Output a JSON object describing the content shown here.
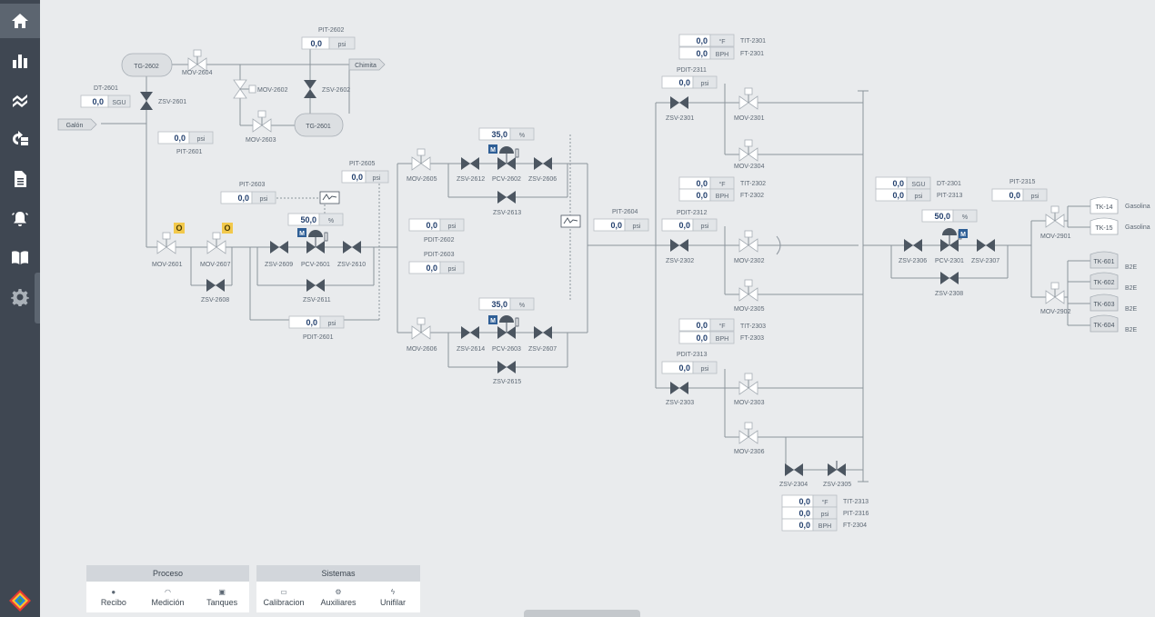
{
  "sidebar": {
    "items": [
      {
        "icon": "home-icon"
      },
      {
        "icon": "bar-chart-icon"
      },
      {
        "icon": "trend-icon"
      },
      {
        "icon": "swap-icon"
      },
      {
        "icon": "document-icon"
      },
      {
        "icon": "alarm-icon"
      },
      {
        "icon": "book-icon"
      },
      {
        "icon": "gear-icon"
      }
    ]
  },
  "bottom_nav": {
    "groups": [
      {
        "title": "Proceso",
        "buttons": [
          {
            "label": "Recibo",
            "icon": "drop-icon"
          },
          {
            "label": "Medición",
            "icon": "gauge-icon"
          },
          {
            "label": "Tanques",
            "icon": "tank-icon"
          }
        ]
      },
      {
        "title": "Sistemas",
        "buttons": [
          {
            "label": "Calibracion",
            "icon": "calibration-icon"
          },
          {
            "label": "Auxiliares",
            "icon": "auxiliary-icon"
          },
          {
            "label": "Unifilar",
            "icon": "bolt-icon"
          }
        ]
      }
    ]
  },
  "colors": {
    "accent": "#2f5f96",
    "value": "#23406e",
    "warning": "#f2c94c",
    "sidebar": "#3f4752"
  },
  "diagram": {
    "labels": {
      "dt2601": "DT-2601",
      "pit2602": "PIT-2602",
      "mov2604": "MOV-2604",
      "chimita": "Chimita",
      "zsv2601": "ZSV-2601",
      "mov2602": "MOV-2602",
      "zsv2602": "ZSV-2602",
      "galon": "Galón",
      "mov2603": "MOV-2603",
      "pit2601": "PIT-2601",
      "pit2605": "PIT-2605",
      "pit2603": "PIT-2603",
      "mov2601": "MOV-2601",
      "mov2607": "MOV-2607",
      "zsv2609": "ZSV-2609",
      "pcv2601": "PCV-2601",
      "zsv2610": "ZSV-2610",
      "zsv2608": "ZSV-2608",
      "zsv2611": "ZSV-2611",
      "pdit2601": "PDIT-2601",
      "mov2605": "MOV-2605",
      "zsv2612": "ZSV-2612",
      "pcv2602": "PCV-2602",
      "zsv2606": "ZSV-2606",
      "zsv2613": "ZSV-2613",
      "pdit2602": "PDIT-2602",
      "pdit2603": "PDIT-2603",
      "pit2604": "PIT-2604",
      "mov2606": "MOV-2606",
      "zsv2614": "ZSV-2614",
      "pcv2603": "PCV-2603",
      "zsv2607": "ZSV-2607",
      "zsv2615": "ZSV-2615",
      "tit2301": "TIT-2301",
      "ft2301": "FT-2301",
      "pdit2311": "PDIT-2311",
      "zsv2301": "ZSV-2301",
      "mov2301": "MOV-2301",
      "mov2304": "MOV-2304",
      "tit2302": "TIT-2302",
      "ft2302": "FT-2302",
      "pdit2312": "PDIT-2312",
      "zsv2302": "ZSV-2302",
      "mov2302": "MOV-2302",
      "mov2305": "MOV-2305",
      "tit2303": "TIT-2303",
      "ft2303": "FT-2303",
      "pdit2313": "PDIT-2313",
      "zsv2303": "ZSV-2303",
      "mov2303": "MOV-2303",
      "mov2306": "MOV-2306",
      "zsv2304": "ZSV-2304",
      "zsv2305": "ZSV-2305",
      "tit2313": "TIT-2313",
      "pit2316": "PIT-2316",
      "ft2304": "FT-2304",
      "dt2301": "DT-2301",
      "pit2313": "PIT-2313",
      "pit2315": "PIT-2315",
      "zsv2306": "ZSV-2306",
      "pcv2301": "PCV-2301",
      "zsv2307": "ZSV-2307",
      "zsv2308": "ZSV-2308",
      "mov2901": "MOV-2901",
      "mov2902": "MOV-2902",
      "gasolina1": "Gasolina",
      "gasolina2": "Gasolina",
      "b2e1": "B2E",
      "b2e2": "B2E",
      "b2e3": "B2E",
      "b2e4": "B2E",
      "o1": "O",
      "o2": "O",
      "m1": "M",
      "m2": "M",
      "m3": "M",
      "m4": "M"
    },
    "tanks": {
      "tg2602": "TG-2602",
      "tg2601": "TG-2601",
      "tk14": "TK-14",
      "tk15": "TK-15",
      "tk601": "TK-601",
      "tk602": "TK-602",
      "tk603": "TK-603",
      "tk604": "TK-604"
    },
    "fields": {
      "pit2602": {
        "value": "0,0",
        "unit": "psi"
      },
      "dt2601": {
        "value": "0,0",
        "unit": "SGU"
      },
      "pit2601": {
        "value": "0,0",
        "unit": "psi"
      },
      "pit2605": {
        "value": "0,0",
        "unit": "psi"
      },
      "pit2603": {
        "value": "0,0",
        "unit": "psi"
      },
      "pcv2601": {
        "value": "50,0",
        "unit": "%"
      },
      "pdit2601": {
        "value": "0,0",
        "unit": "psi"
      },
      "pcv2602": {
        "value": "35,0",
        "unit": "%"
      },
      "pdit2602": {
        "value": "0,0",
        "unit": "psi"
      },
      "pdit2603": {
        "value": "0,0",
        "unit": "psi"
      },
      "pit2604": {
        "value": "0,0",
        "unit": "psi"
      },
      "pcv2603": {
        "value": "35,0",
        "unit": "%"
      },
      "tit2301": {
        "value": "0,0",
        "unit": "°F"
      },
      "ft2301": {
        "value": "0,0",
        "unit": "BPH"
      },
      "pdit2311": {
        "value": "0,0",
        "unit": "psi"
      },
      "tit2302": {
        "value": "0,0",
        "unit": "°F"
      },
      "ft2302": {
        "value": "0,0",
        "unit": "BPH"
      },
      "pdit2312": {
        "value": "0,0",
        "unit": "psi"
      },
      "tit2303": {
        "value": "0,0",
        "unit": "°F"
      },
      "ft2303": {
        "value": "0,0",
        "unit": "BPH"
      },
      "pdit2313": {
        "value": "0,0",
        "unit": "psi"
      },
      "tit2313": {
        "value": "0,0",
        "unit": "°F"
      },
      "pit2316": {
        "value": "0,0",
        "unit": "psi"
      },
      "ft2304": {
        "value": "0,0",
        "unit": "BPH"
      },
      "dt2301": {
        "value": "0,0",
        "unit": "SGU"
      },
      "pit2313": {
        "value": "0,0",
        "unit": "psi"
      },
      "pit2315": {
        "value": "0,0",
        "unit": "psi"
      },
      "pcv2301": {
        "value": "50,0",
        "unit": "%"
      }
    }
  }
}
